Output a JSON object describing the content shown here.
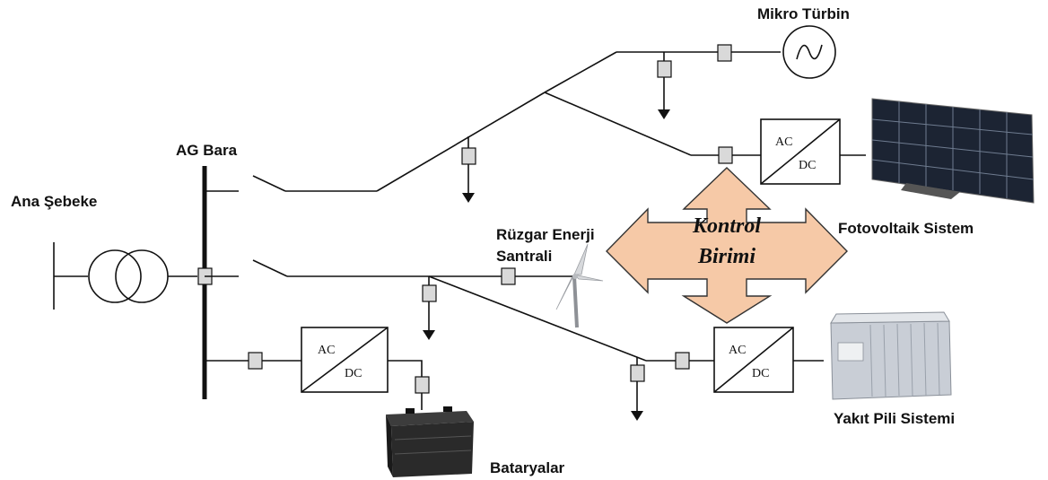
{
  "labels": {
    "ana_sebeke": "Ana Şebeke",
    "ag_bara": "AG Bara",
    "mikro_turbin": "Mikro Türbin",
    "fotovoltaik": "Fotovoltaik Sistem",
    "ruzgar_line1": "Rüzgar Enerji",
    "ruzgar_line2": "Santrali",
    "yakit_pili": "Yakıt Pili Sistemi",
    "bataryalar": "Bataryalar"
  },
  "converter": {
    "ac": "AC",
    "dc": "DC"
  },
  "control_unit": {
    "line1": "Kontrol",
    "line2": "Birimi"
  },
  "colors": {
    "line": "#111111",
    "breaker_fill": "#d9d9d9",
    "control_arrow_fill": "#f6c9a7",
    "control_arrow_stroke": "#333333",
    "solar_panel": "#1c2433",
    "battery": "#2a2a2a",
    "fuel_cell": "#c9ced6"
  }
}
